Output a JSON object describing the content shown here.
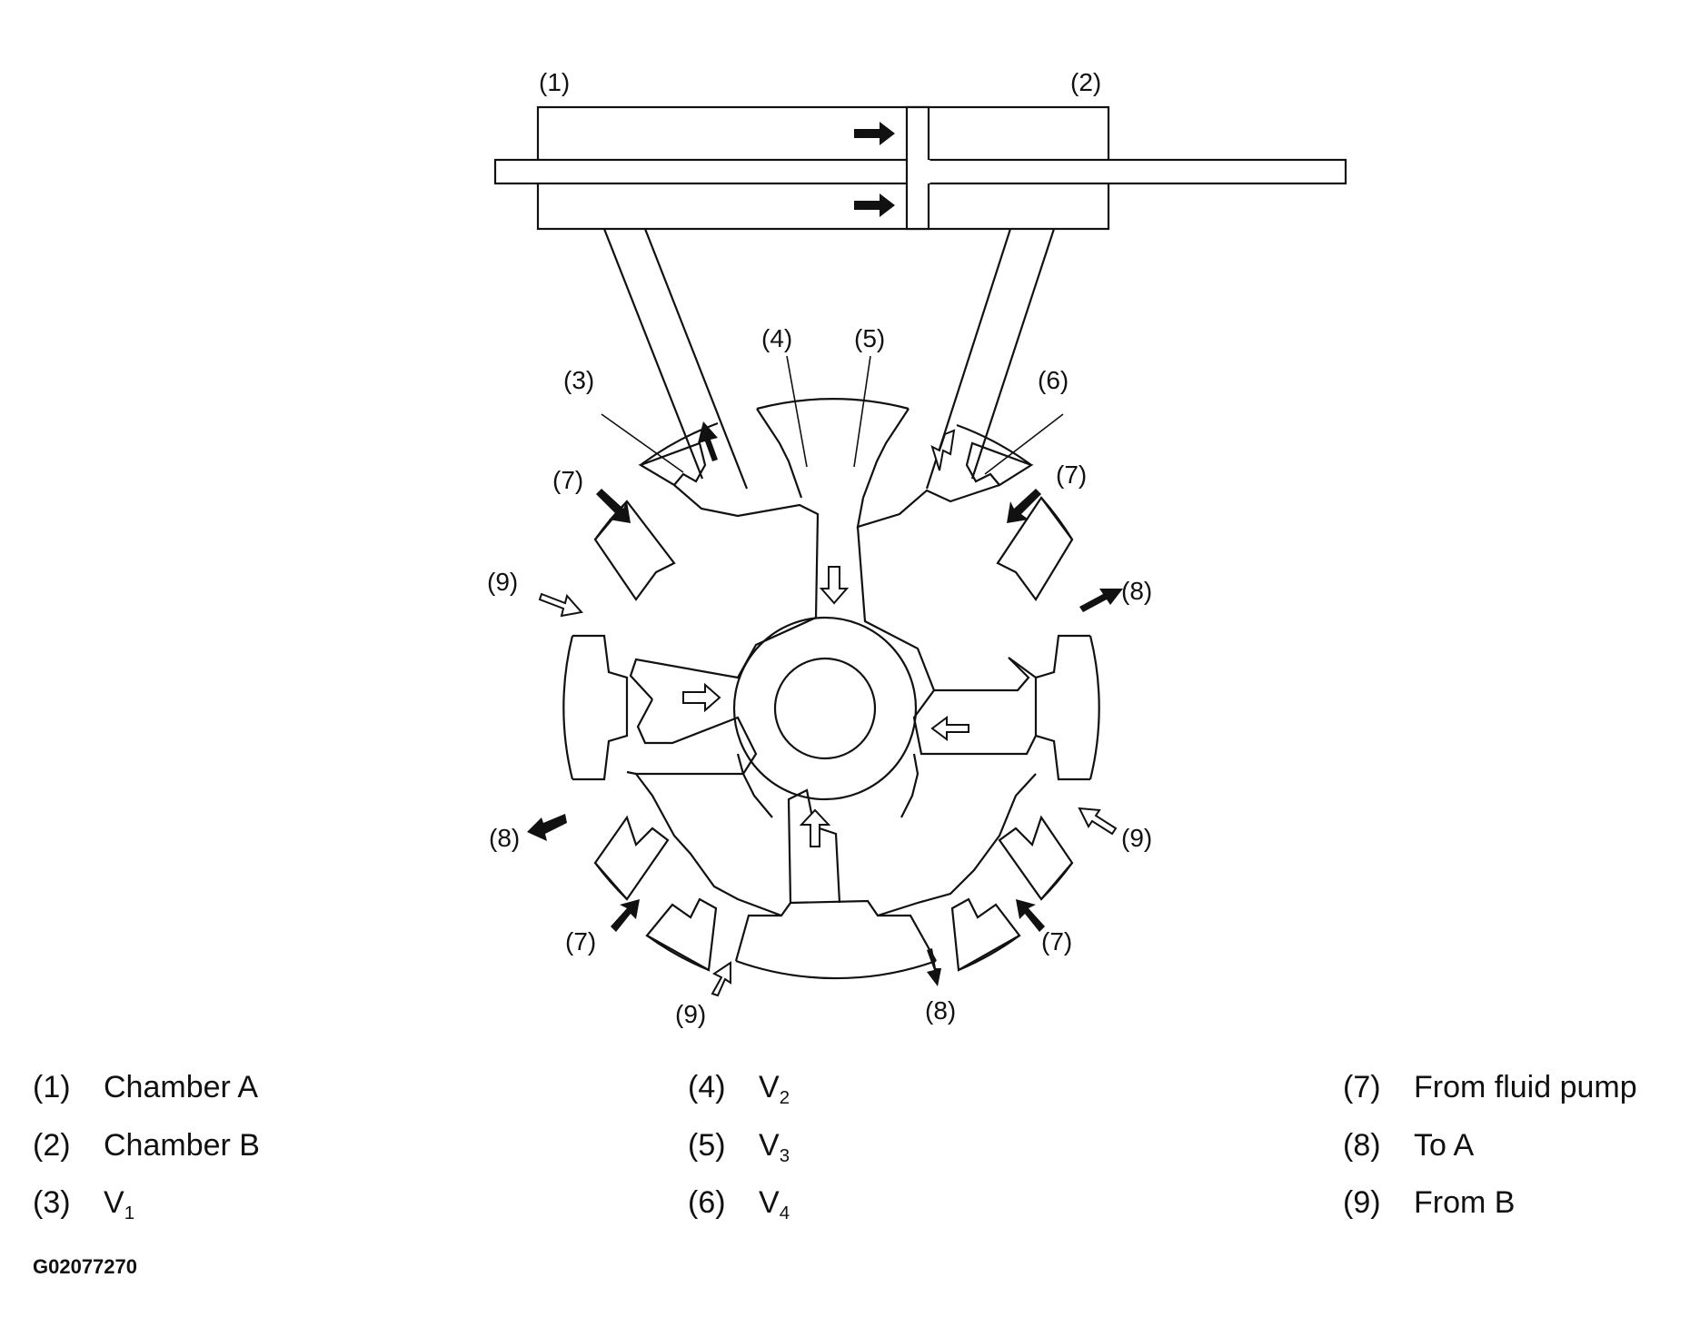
{
  "callouts": {
    "c1": "(1)",
    "c2": "(2)",
    "c3": "(3)",
    "c4": "(4)",
    "c5": "(5)",
    "c6": "(6)",
    "c7": "(7)",
    "c8": "(8)",
    "c9": "(9)"
  },
  "legend": [
    {
      "num": "(1)",
      "text": "Chamber A",
      "sub": ""
    },
    {
      "num": "(2)",
      "text": "Chamber B",
      "sub": ""
    },
    {
      "num": "(3)",
      "text": "V",
      "sub": "1"
    },
    {
      "num": "(4)",
      "text": "V",
      "sub": "2"
    },
    {
      "num": "(5)",
      "text": "V",
      "sub": "3"
    },
    {
      "num": "(6)",
      "text": "V",
      "sub": "4"
    },
    {
      "num": "(7)",
      "text": "From fluid pump",
      "sub": ""
    },
    {
      "num": "(8)",
      "text": "To A",
      "sub": ""
    },
    {
      "num": "(9)",
      "text": "From B",
      "sub": ""
    }
  ],
  "figure_id": "G02077270"
}
